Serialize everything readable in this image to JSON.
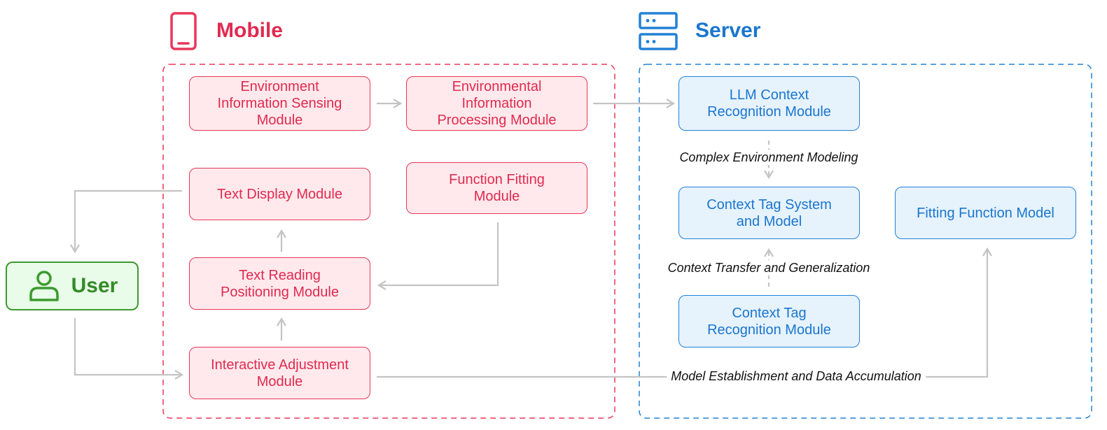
{
  "colors": {
    "mobile_accent": "#e8375a",
    "server_accent": "#2281d6",
    "user_accent": "#3c9a2e",
    "arrow": "#c4c4c4"
  },
  "icons": {
    "mobile": "smartphone-icon",
    "server": "server-rack-icon",
    "user": "person-icon"
  },
  "mobile": {
    "title": "Mobile",
    "modules": {
      "env_sensing": "Environment\nInformation Sensing\nModule",
      "env_processing": "Environmental\nInformation\nProcessing Module",
      "text_display": "Text Display Module",
      "function_fitting": "Function Fitting\nModule",
      "text_reading": "Text Reading\nPositioning Module",
      "interactive_adjustment": "Interactive Adjustment\nModule"
    }
  },
  "server": {
    "title": "Server",
    "modules": {
      "llm_context": "LLM Context\nRecognition Module",
      "context_tag_system": "Context Tag System\nand Model",
      "context_tag_recognition": "Context Tag\nRecognition Module",
      "fitting_function_model": "Fitting Function Model"
    }
  },
  "user": {
    "label": "User"
  },
  "edge_labels": {
    "complex_env": "Complex Environment Modeling",
    "context_transfer": "Context Transfer and Generalization",
    "model_establishment": "Model Establishment and Data Accumulation"
  }
}
